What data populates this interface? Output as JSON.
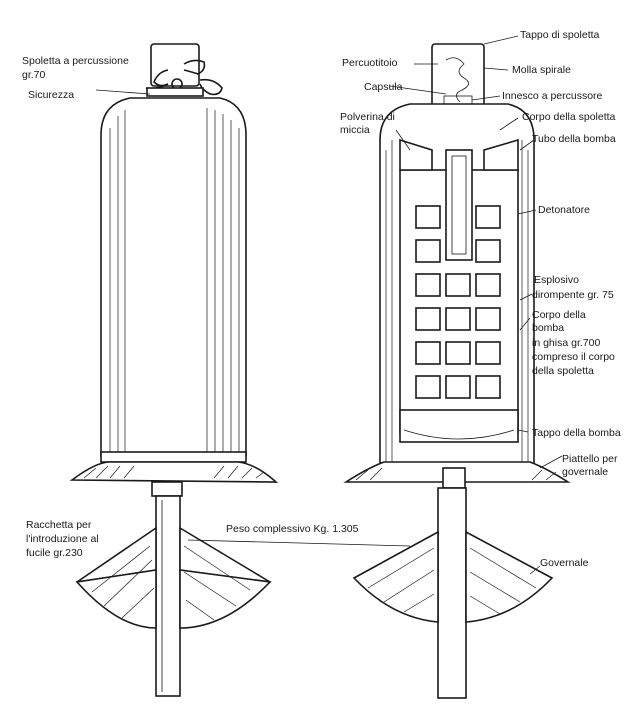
{
  "left_labels": {
    "spoletta_a_percussione": "Spoletta a percussione",
    "gr70": "gr.70",
    "sicurezza": "Sicurezza",
    "racchetta_line1": "Racchetta per",
    "racchetta_line2": "l'introduzione al",
    "racchetta_line3": "fucile gr.230"
  },
  "center_label": "Peso complessivo Kg. 1.305",
  "right_labels": {
    "tappo_di_spoletta": "Tappo di spoletta",
    "percuotitoio": "Percuotitoio",
    "molla_spirale": "Molla spirale",
    "capsula": "Capsula",
    "innesco_a_percussore": "Innesco a percussore",
    "polverina_di": "Polverina di",
    "miccia": "miccia",
    "corpo_della_spoletta": "Corpo della spoletta",
    "tubo_della_bomba": "Tubo della bomba",
    "detonatore": "Detonatore",
    "esplosivo": "Esplosivo",
    "dirompente": "dirompente gr. 75",
    "corpo_della": "Corpo della",
    "bomba": "bomba",
    "in_ghisa": "in ghisa gr.700",
    "compreso": "compreso il corpo",
    "della_spoletta": "della spoletta",
    "tappo_della_bomba": "Tappo della bomba",
    "piattello_per": "Piattello per",
    "governale_short": "governale",
    "governale": "Governale"
  }
}
